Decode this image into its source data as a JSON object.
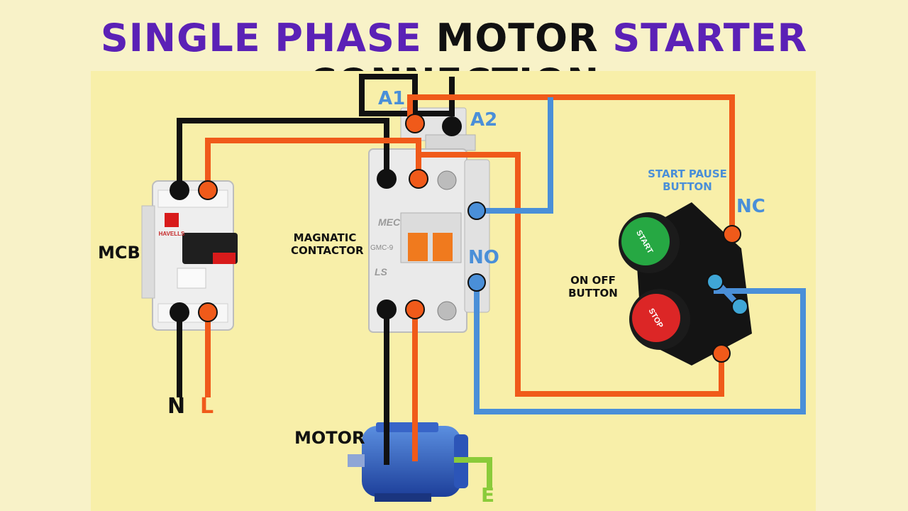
{
  "title": {
    "part1": "SINGLE PHASE",
    "part2": "MOTOR",
    "part3": "STARTER",
    "part4": "CONNECTION"
  },
  "labels": {
    "mcb": "MCB",
    "n": "N",
    "l": "L",
    "contactor_line1": "MAGNATIC",
    "contactor_line2": "CONTACTOR",
    "a1": "A1",
    "a2": "A2",
    "motor": "MOTOR",
    "e": "E",
    "start_line1": "START PAUSE",
    "start_line2": "BUTTON",
    "nc": "NC",
    "no": "NO",
    "onoff_line1": "ON OFF",
    "onoff_line2": "BUTTON"
  },
  "device_text": {
    "mcb_brand": "HAVELLS",
    "contactor_brand": "MEC",
    "contactor_model": "GMC-9",
    "contactor_maker": "LS",
    "start_button": "START",
    "stop_button": "STOP"
  },
  "colors": {
    "title_purple": "#5b21b6",
    "wire_black": "#111111",
    "wire_orange": "#f05a1a",
    "wire_blue": "#4a8fd8",
    "wire_green": "#8acb3a",
    "background": "#f8efa9"
  }
}
